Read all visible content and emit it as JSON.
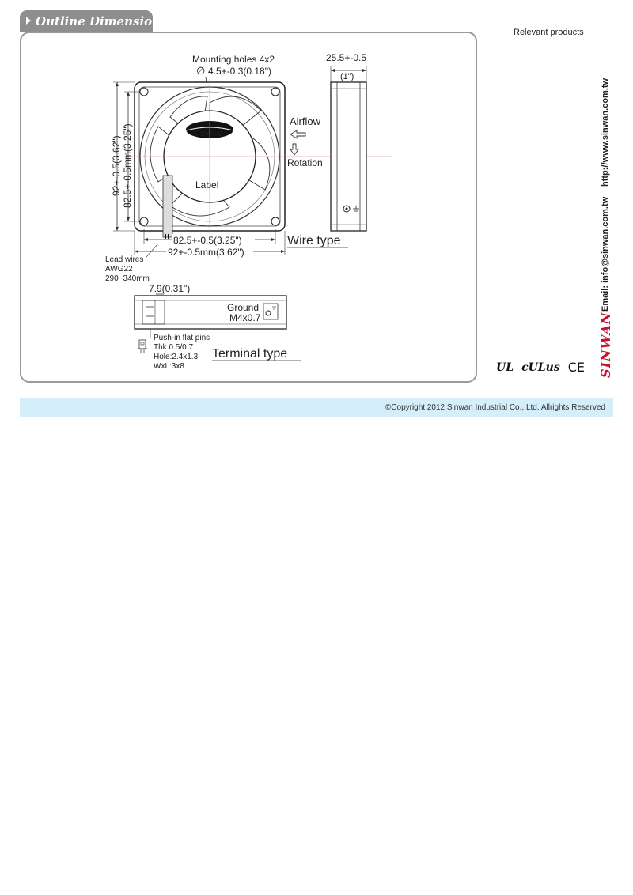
{
  "section": {
    "title": "Outline Dimensions",
    "relevant_link": "Relevant products"
  },
  "drawing": {
    "mounting_holes": "Mounting holes 4x2",
    "hole_diameter": "4.5+-0.3(0.18\")",
    "depth": "25.5+-0.5",
    "depth_inch": "(1\")",
    "brand_logo": "SINWAN",
    "airflow": "Airflow",
    "rotation": "Rotation",
    "label": "Label",
    "height_outer": "92+-0.5(3.62\")",
    "height_inner": "82.5+-0.5mm(3.25\")",
    "width_inner": "82.5+-0.5(3.25\")",
    "width_outer": "92+-0.5mm(3.62\")",
    "wire_type": "Wire type",
    "lead_wires": "Lead wires",
    "awg": "AWG22",
    "wire_length": "290~340mm",
    "terminal_width": "7.9(0.31\")",
    "ground": "Ground",
    "ground_screw": "M4x0.7",
    "pins_title": "Push-in flat pins",
    "pins_thk": "Thk.0.5/0.7",
    "pins_hole": "Hole:2.4x1.3",
    "pins_wxl": "WxL:3x8",
    "terminal_type": "Terminal type"
  },
  "sidebar": {
    "website": "http://www.sinwan.com.tw",
    "email": "Email: info@sinwan.com.tw",
    "brand": "SINWAN"
  },
  "certifications": [
    "UL",
    "cULus",
    "CE"
  ],
  "footer": {
    "copyright": "©Copyright 2012 Sinwan Industrial Co., Ltd. Allrights Reserved"
  }
}
